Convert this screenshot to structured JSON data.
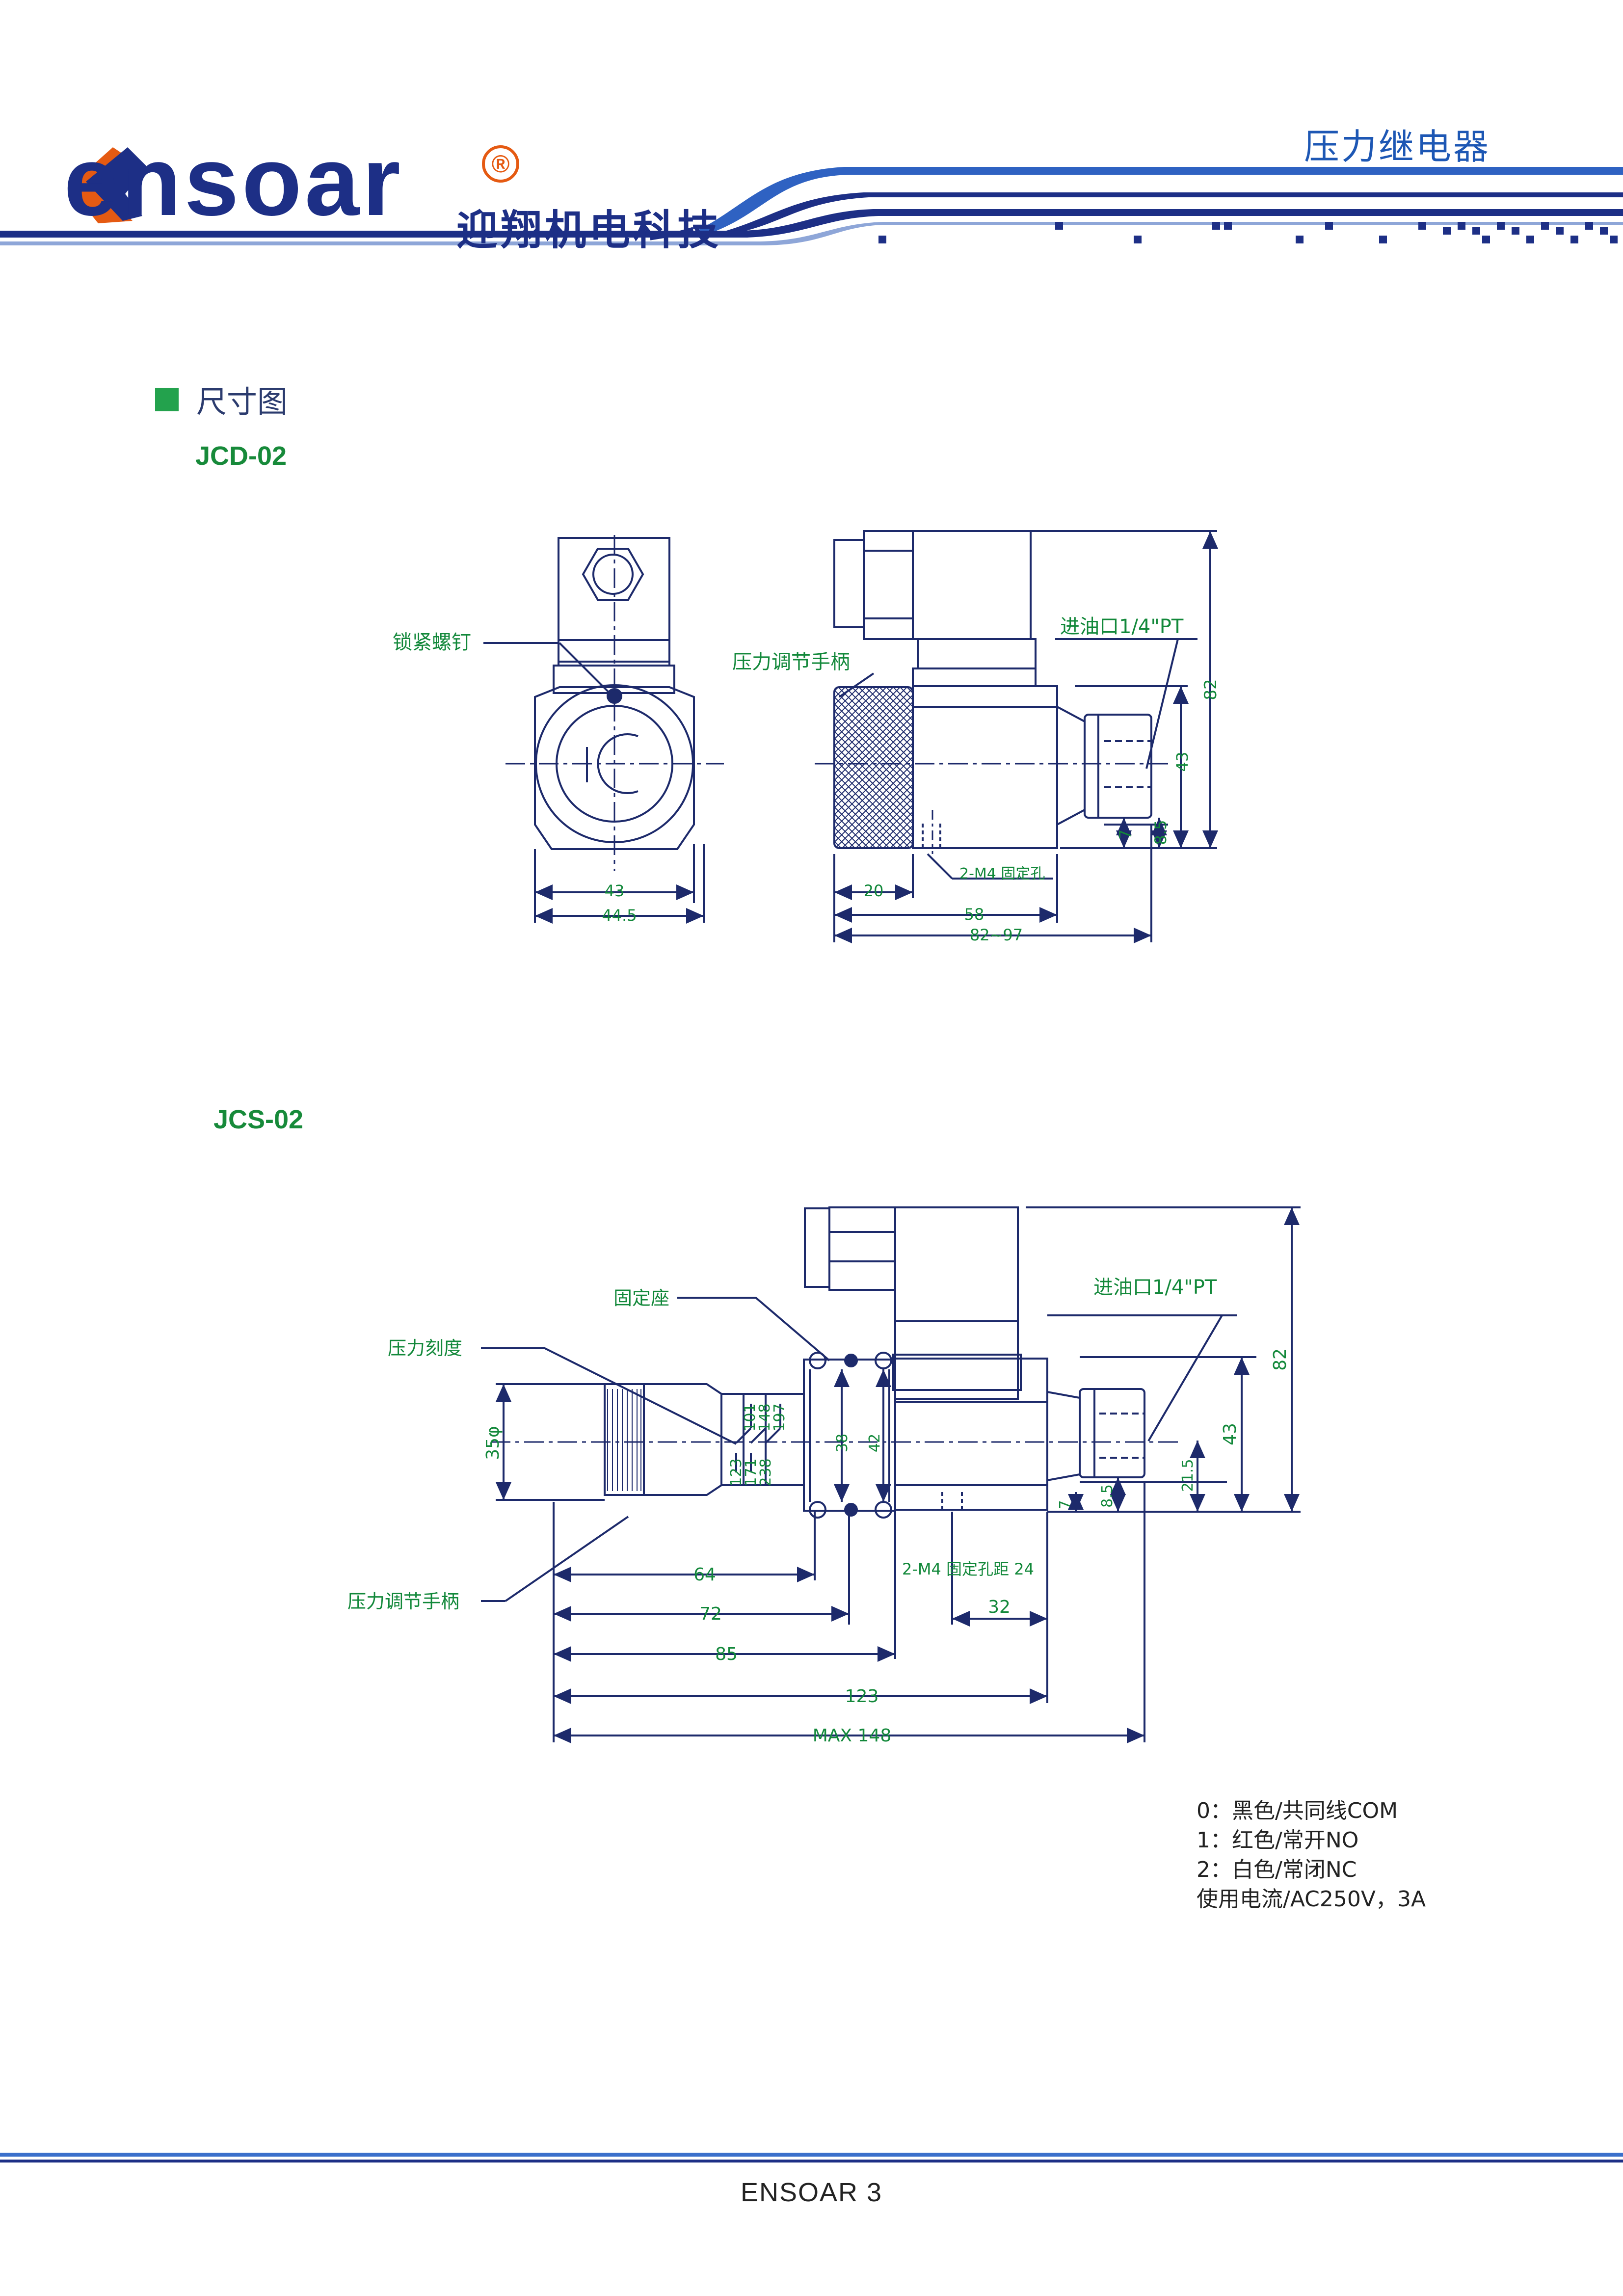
{
  "header": {
    "logo_text": "ensoar",
    "logo_registered": "®",
    "logo_cn": "迎翔机电科技",
    "title": "压力继电器"
  },
  "section": {
    "title": "尺寸图"
  },
  "models": {
    "jcd": "JCD-02",
    "jcs": "JCS-02"
  },
  "jcd": {
    "lock_screw": "锁紧螺钉",
    "handle": "压力调节手柄",
    "inlet": "进油口1/4\"PT",
    "holes": "2-M4 固定孔",
    "dims": {
      "w43": "43",
      "w44_5": "44.5",
      "d20": "20",
      "d58": "58",
      "d82_97": "82~97",
      "h82": "82",
      "h43": "43",
      "h7": "7",
      "h8_5": "8.5"
    }
  },
  "jcs": {
    "base": "固定座",
    "scale": "压力刻度",
    "handle": "压力调节手柄",
    "inlet": "进油口1/4\"PT",
    "holes": "2-M4  固定孔距  24",
    "scale_marks": [
      "101",
      "148",
      "197",
      "123",
      "171",
      "238"
    ],
    "dims": {
      "d35": "35φ",
      "d38": "38",
      "d42": "42",
      "d64": "64",
      "d72": "72",
      "d85": "85",
      "d123": "123",
      "dmax": "MAX  148",
      "d32": "32",
      "h82": "82",
      "h43": "43",
      "h21_5": "21.5",
      "h8_5": "8.5",
      "h7": "7"
    }
  },
  "notes": [
    "0：黑色/共同线COM",
    "1：红色/常开NO",
    "2：白色/常闭NC",
    "使用电流/AC250V，3A"
  ],
  "footer": {
    "text": "ENSOAR  3"
  },
  "colors": {
    "line": "#1d2a6b",
    "dim_text": "#12883a",
    "brand_blue": "#1d2f86",
    "brand_orange": "#e55a12",
    "accent_green": "#23a24d"
  }
}
